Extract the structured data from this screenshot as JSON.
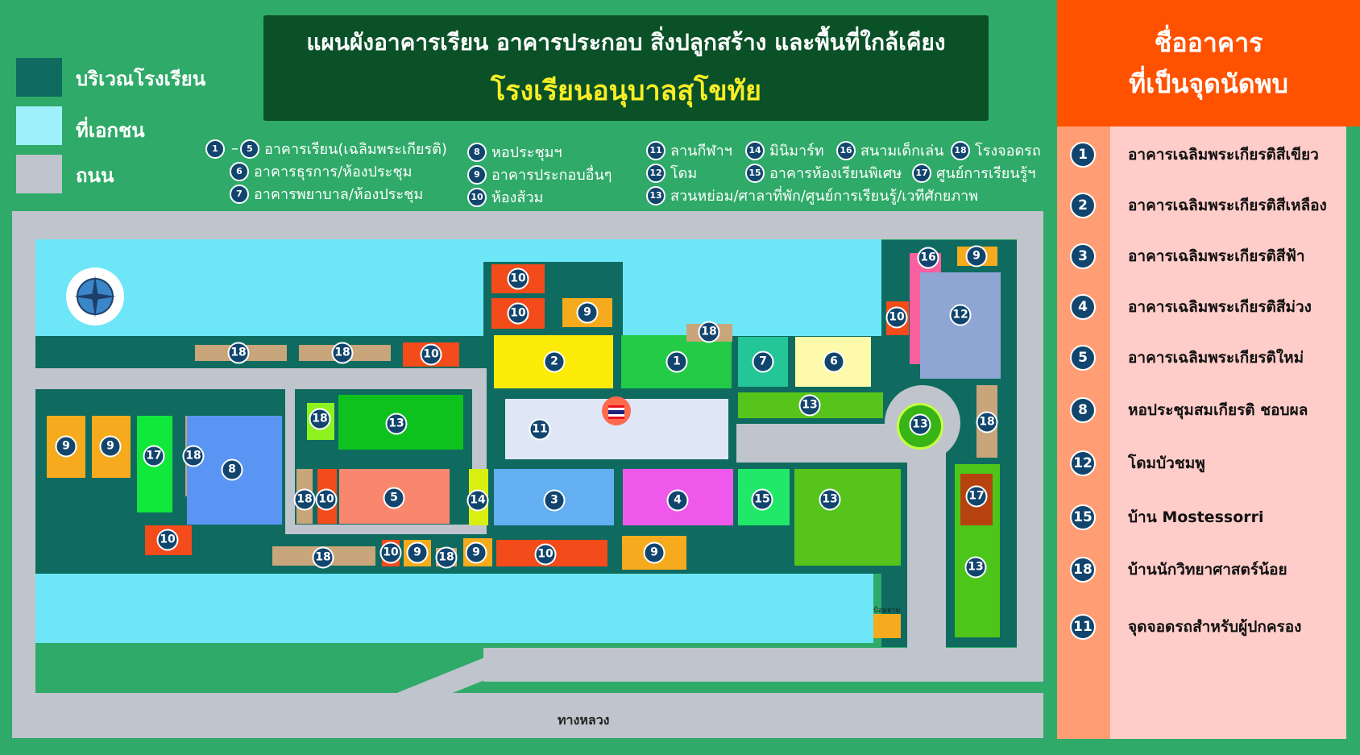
{
  "title": {
    "line1": "แผนผังอาคารเรียน อาคารประกอบ สิ่งปลูกสร้าง และพื้นที่ใกล้เคียง",
    "line2": "โรงเรียนอนุบาลสุโขทัย"
  },
  "legend": [
    {
      "label": "บริเวณโรงเรียน",
      "color": "#0f6b60"
    },
    {
      "label": "ที่เอกชน",
      "color": "#9ef0fb"
    },
    {
      "label": "ถนน",
      "color": "#c0c4cc"
    }
  ],
  "key": {
    "k1": {
      "from": "1",
      "to": "5",
      "label": "อาคารเรียน(เฉลิมพระเกียรติ)"
    },
    "k6": {
      "num": "6",
      "label": "อาคารธุรการ/ห้องประชุม"
    },
    "k7": {
      "num": "7",
      "label": "อาคารพยาบาล/ห้องประชุม"
    },
    "k8": {
      "num": "8",
      "label": "หอประชุมฯ"
    },
    "k9": {
      "num": "9",
      "label": "อาคารประกอบอื่นๆ"
    },
    "k10": {
      "num": "10",
      "label": "ห้องส้วม"
    },
    "k11": {
      "num": "11",
      "label": "ลานกีฬาฯ"
    },
    "k12": {
      "num": "12",
      "label": "โดม"
    },
    "k13": {
      "num": "13",
      "label": "สวนหย่อม/ศาลาที่พัก/ศูนย์การเรียนรู้/เวทีศักยภาพ"
    },
    "k14": {
      "num": "14",
      "label": "มินิมาร์ท"
    },
    "k15": {
      "num": "15",
      "label": "อาคารห้องเรียนพิเศษ"
    },
    "k16": {
      "num": "16",
      "label": "สนามเด็กเล่น"
    },
    "k17": {
      "num": "17",
      "label": "ศูนย์การเรียนรู้ฯ"
    },
    "k18": {
      "num": "18",
      "label": "โรงจอดรถ"
    }
  },
  "map": {
    "main_road_label": "ทางหลวง",
    "guard_label": "ป้อมยาม"
  },
  "panel": {
    "header_line1": "ชื่ออาคาร",
    "header_line2": "ที่เป็นจุดนัดพบ",
    "items": [
      {
        "num": "1",
        "label": "อาคารเฉลิมพระเกียรติสีเขียว"
      },
      {
        "num": "2",
        "label": "อาคารเฉลิมพระเกียรติสีเหลือง"
      },
      {
        "num": "3",
        "label": "อาคารเฉลิมพระเกียรติสีฟ้า"
      },
      {
        "num": "4",
        "label": "อาคารเฉลิมพระเกียรติสีม่วง"
      },
      {
        "num": "5",
        "label": "อาคารเฉลิมพระเกียรติใหม่"
      },
      {
        "num": "8",
        "label": "หอประชุมสมเกียรติ ชอบผล"
      },
      {
        "num": "12",
        "label": "โดมบัวชมพู"
      },
      {
        "num": "15",
        "label": "บ้าน Mostessorri"
      },
      {
        "num": "18",
        "label": "บ้านนักวิทยาศาสตร์น้อย"
      },
      {
        "num": "11",
        "label": "จุดจอดรถสำหรับผู้ปกครอง"
      }
    ]
  },
  "colors": {
    "background": "#2faa68",
    "school_area": "#0f6b60",
    "private_land": "#6de6f8",
    "road": "#c0c4cc",
    "marker": "#11456e",
    "panel_header": "#ff5201",
    "panel_body": "#ffcdc9"
  }
}
